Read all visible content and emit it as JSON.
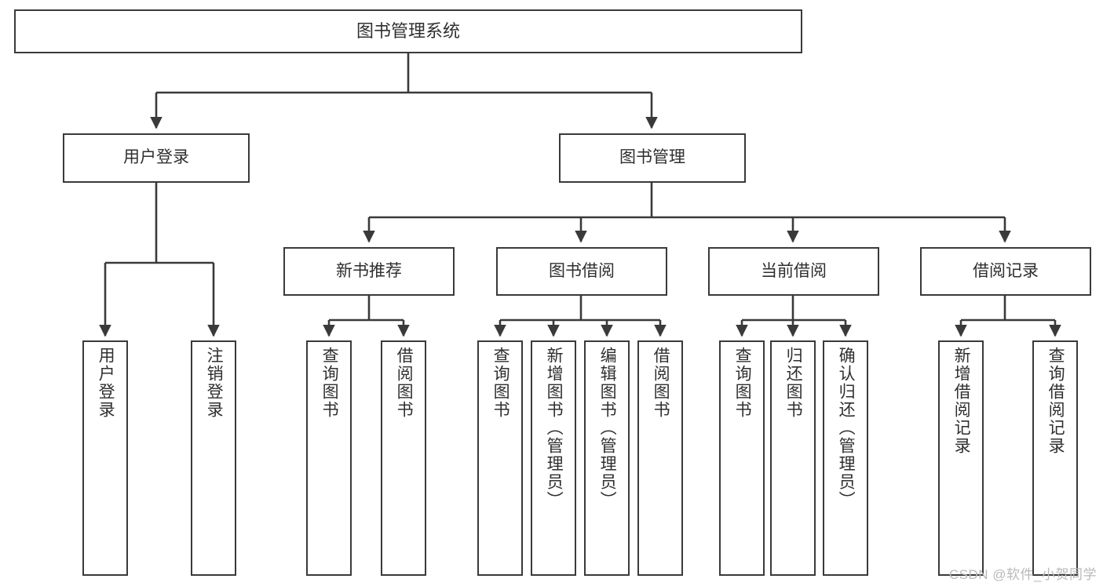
{
  "diagram": {
    "title": "图书管理系统",
    "type": "tree-hierarchy-chart",
    "stroke_color": "#3a3a3a",
    "text_color": "#2f2f2f",
    "background_color": "#ffffff",
    "watermark": "CSDN @软件_小贺同学"
  },
  "nodes": {
    "root": {
      "label": "图书管理系统"
    },
    "branches": [
      {
        "id": "user-login",
        "label": "用户登录"
      },
      {
        "id": "book-management",
        "label": "图书管理"
      }
    ],
    "groups": [
      {
        "id": "new-book-recommend",
        "label": "新书推荐"
      },
      {
        "id": "book-borrow",
        "label": "图书借阅"
      },
      {
        "id": "current-borrow",
        "label": "当前借阅"
      },
      {
        "id": "borrow-record",
        "label": "借阅记录"
      }
    ],
    "leaves": [
      {
        "id": "leaf-user-login",
        "label": "用户登录",
        "parent": "user-login"
      },
      {
        "id": "leaf-user-logout",
        "label": "注销登录",
        "parent": "user-login"
      },
      {
        "id": "leaf-query-book-1",
        "label": "查询图书",
        "parent": "new-book-recommend"
      },
      {
        "id": "leaf-borrow-book-1",
        "label": "借阅图书",
        "parent": "new-book-recommend"
      },
      {
        "id": "leaf-query-book-2",
        "label": "查询图书",
        "parent": "book-borrow"
      },
      {
        "id": "leaf-add-book",
        "label": "新增图书（管理员）",
        "parent": "book-borrow"
      },
      {
        "id": "leaf-edit-book",
        "label": "编辑图书（管理员）",
        "parent": "book-borrow"
      },
      {
        "id": "leaf-borrow-book-2",
        "label": "借阅图书",
        "parent": "book-borrow"
      },
      {
        "id": "leaf-query-book-3",
        "label": "查询图书",
        "parent": "current-borrow"
      },
      {
        "id": "leaf-return-book",
        "label": "归还图书",
        "parent": "current-borrow"
      },
      {
        "id": "leaf-confirm-return",
        "label": "确认归还（管理员）",
        "parent": "current-borrow"
      },
      {
        "id": "leaf-add-record",
        "label": "新增借阅记录",
        "parent": "borrow-record"
      },
      {
        "id": "leaf-query-record",
        "label": "查询借阅记录",
        "parent": "borrow-record"
      }
    ]
  }
}
